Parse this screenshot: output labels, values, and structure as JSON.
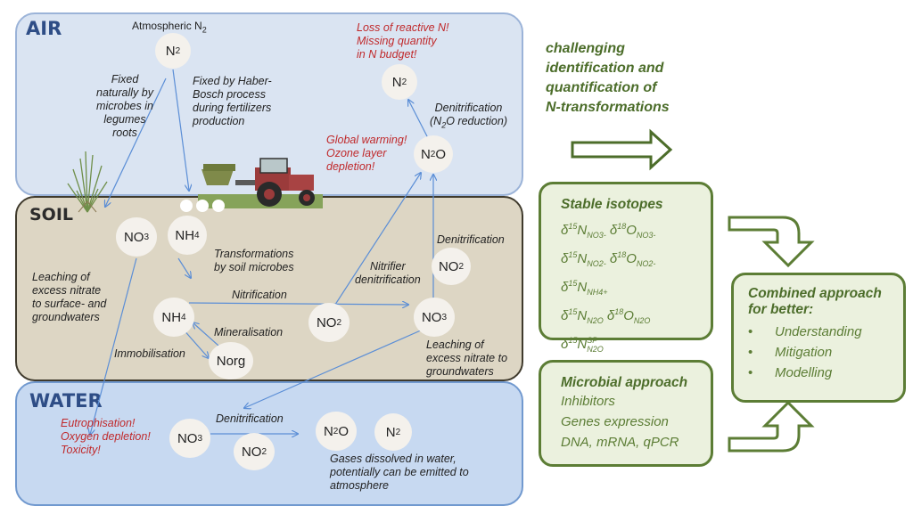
{
  "zones": {
    "air": "AIR",
    "soil": "SOIL",
    "water": "WATER"
  },
  "air": {
    "atmospheric": [
      "Atmospheric N",
      "2"
    ],
    "n2_top": [
      "N",
      "2",
      ""
    ],
    "fixed_naturally": [
      "Fixed",
      "naturally by",
      "microbes in",
      "legumes",
      "roots"
    ],
    "haber": [
      "Fixed by Haber-",
      "Bosch process",
      "during fertilizers",
      "production"
    ],
    "loss": [
      "Loss of reactive N!",
      "Missing quantity",
      "in N budget!"
    ],
    "n2_right": [
      "N",
      "2",
      ""
    ],
    "denit_label": [
      "Denitrification",
      "(N",
      "2",
      "O reduction)"
    ],
    "n2o": [
      "N",
      "2",
      "O"
    ],
    "global": [
      "Global warming!",
      "Ozone layer",
      "depletion!"
    ]
  },
  "soil": {
    "no3_left": [
      "NO",
      "3",
      ""
    ],
    "nh4_top": [
      "NH",
      "4",
      ""
    ],
    "transform": [
      "Transformations",
      "by soil microbes"
    ],
    "leaching_left": [
      "Leaching of",
      "excess nitrate",
      "to surface- and",
      "groundwaters"
    ],
    "nitrification": "Nitrification",
    "nitrifier": [
      "Nitrifier",
      "denitrification"
    ],
    "denit": "Denitrification",
    "no2_right": [
      "NO",
      "2",
      ""
    ],
    "nh4_bottom": [
      "NH",
      "4",
      ""
    ],
    "mineralisation": "Mineralisation",
    "immobilisation": "Immobilisation",
    "norg": "Norg",
    "no2_mid": [
      "NO",
      "2",
      ""
    ],
    "no3_right": [
      "NO",
      "3",
      ""
    ],
    "leaching_right": [
      "Leaching of",
      "excess nitrate to",
      "groundwaters"
    ]
  },
  "water": {
    "eutro": [
      "Eutrophisation!",
      "Oxygen depletion!",
      "Toxicity!"
    ],
    "no3": [
      "NO",
      "3",
      ""
    ],
    "denit": "Denitrification",
    "no2": [
      "NO",
      "2",
      ""
    ],
    "n2o": [
      "N",
      "2",
      "O"
    ],
    "n2": [
      "N",
      "2",
      ""
    ],
    "gases": [
      "Gases dissolved in water,",
      "potentially can be emitted to",
      "atmosphere"
    ]
  },
  "right": {
    "challenge": [
      "challenging",
      "identification and",
      "quantification of",
      "N-transformations"
    ],
    "isotopes_title": "Stable isotopes",
    "isotopes": [
      [
        [
          "δ",
          "15",
          "N",
          "NO3-"
        ],
        [
          "δ",
          "18",
          "O",
          "NO3-"
        ]
      ],
      [
        [
          "δ",
          "15",
          "N",
          "NO2-"
        ],
        [
          "δ",
          "18",
          "O",
          "NO2-"
        ]
      ],
      [
        [
          "δ",
          "15",
          "N",
          "NH4+"
        ]
      ],
      [
        [
          "δ",
          "15",
          "N",
          "N2O"
        ],
        [
          "δ",
          "18",
          "O",
          "N2O"
        ]
      ],
      [
        [
          "δ",
          "15",
          "N",
          "SP",
          "N2O"
        ]
      ]
    ],
    "microbial_title": "Microbial approach",
    "microbial_items": [
      "Inhibitors",
      "Genes expression",
      "DNA, mRNA, qPCR"
    ],
    "combined_title": [
      "Combined approach",
      "for better:"
    ],
    "combined_items": [
      "Understanding",
      "Mitigation",
      "Modelling"
    ]
  },
  "colors": {
    "arrow_blue": "#5b8ed6",
    "green_dark": "#5c7d35",
    "red": "#c0292b"
  }
}
